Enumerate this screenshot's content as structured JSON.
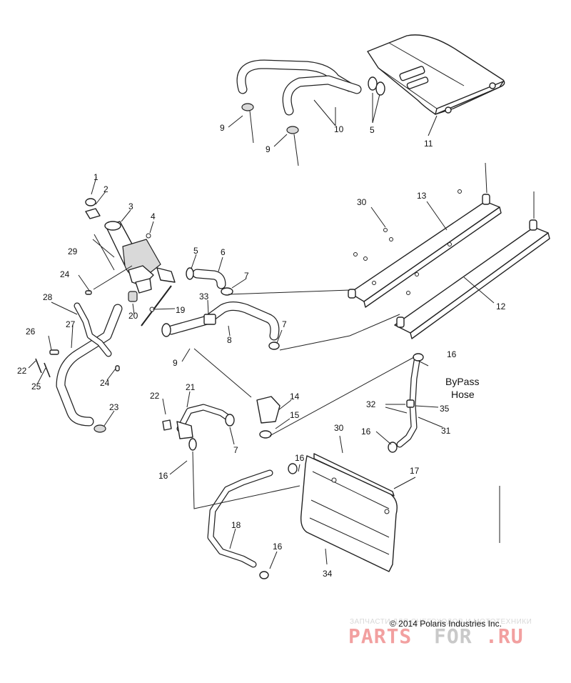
{
  "diagram": {
    "callouts": {
      "c1": "1",
      "c2": "2",
      "c3": "3",
      "c4": "4",
      "c5a": "5",
      "c5b": "5",
      "c6": "6",
      "c7a": "7",
      "c7b": "7",
      "c7c": "7",
      "c8": "8",
      "c9a": "9",
      "c9b": "9",
      "c9c": "9",
      "c10": "10",
      "c11": "11",
      "c12": "12",
      "c13": "13",
      "c14": "14",
      "c15": "15",
      "c16a": "16",
      "c16b": "16",
      "c16c": "16",
      "c16d": "16",
      "c16e": "16",
      "c17": "17",
      "c18": "18",
      "c19": "19",
      "c20": "20",
      "c21": "21",
      "c22a": "22",
      "c22b": "22",
      "c23": "23",
      "c24a": "24",
      "c24b": "24",
      "c25": "25",
      "c26": "26",
      "c27": "27",
      "c28": "28",
      "c29": "29",
      "c30a": "30",
      "c30b": "30",
      "c31": "31",
      "c32": "32",
      "c33": "33",
      "c34": "34",
      "c35": "35"
    },
    "note_line1": "ByPass",
    "note_line2": "Hose",
    "copyright": "© 2014 Polaris Industries Inc.",
    "watermark": {
      "top": "ЗАПЧАСТИ ДЛЯ СНЕГОХОДОВ И МОТОТЕХНИКИ",
      "brand_a": "PARTS",
      "brand_b": "FOR",
      "brand_c": ".RU"
    }
  }
}
